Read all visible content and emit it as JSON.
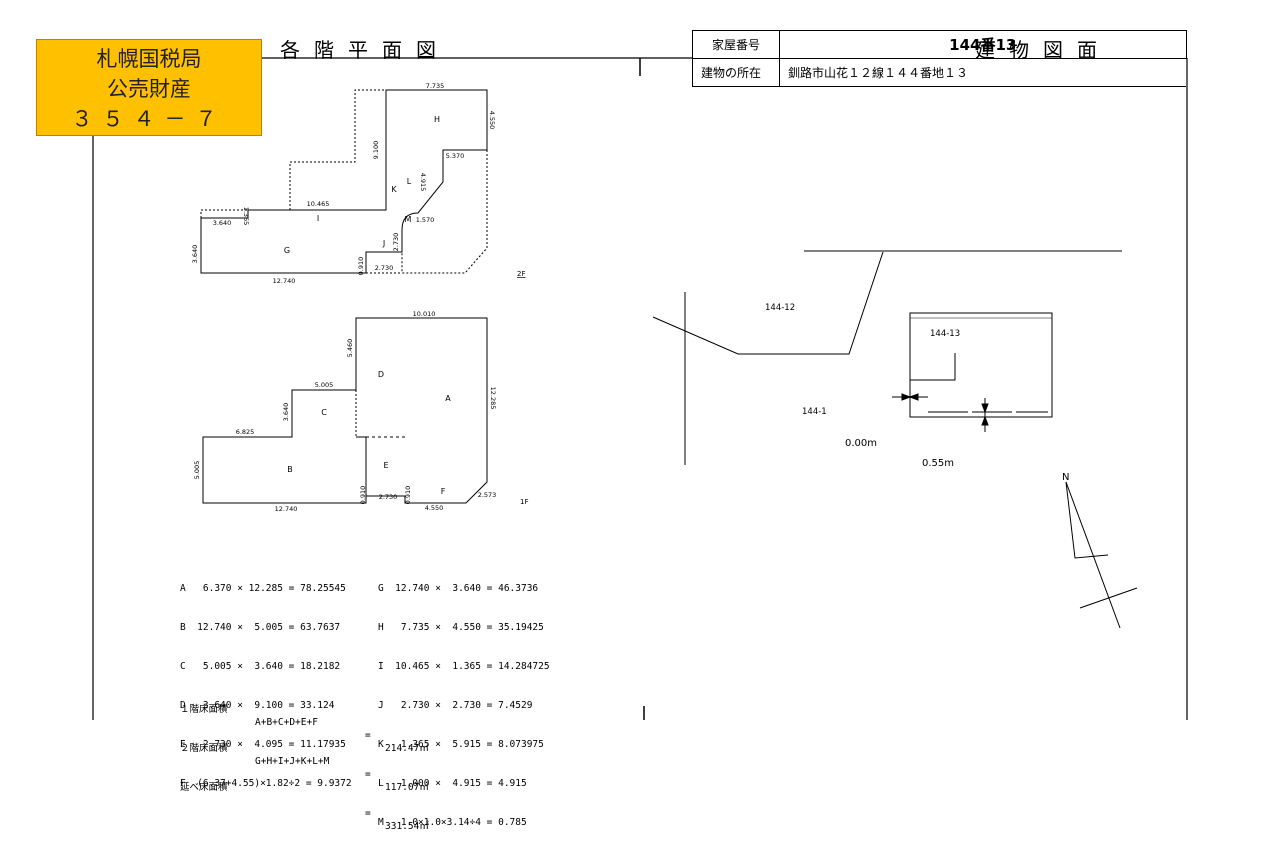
{
  "badge": {
    "line1": "札幌国税局",
    "line2": "公売財産",
    "line3": "３５４－７"
  },
  "header": {
    "left_title": "各階平面図",
    "right_title": "建物図面",
    "house_no_label": "家屋番号",
    "house_no": "144番13",
    "location_label": "建物の所在",
    "location": "釧路市山花１２線１４４番地１３"
  },
  "floor2": {
    "label": "2F",
    "dims": {
      "top": "7.735",
      "h_right": "4.550",
      "k_vert": "9.100",
      "l_horiz": "5.370",
      "l_vert": "4.915",
      "i_top": "10.465",
      "g_step": "1.365",
      "g_left_top": "3.640",
      "m_dim": "1.570",
      "j_vert": "2.730",
      "j_bottom": "2.730",
      "small": "0.910",
      "g_left": "3.640",
      "bottom": "12.740"
    },
    "rooms": [
      "H",
      "K",
      "L",
      "M",
      "I",
      "J",
      "G"
    ]
  },
  "floor1": {
    "label": "1F",
    "dims": {
      "top": "10.010",
      "d_vert": "5.460",
      "right": "12.285",
      "c_top": "5.005",
      "c_vert": "3.640",
      "b_top": "6.825",
      "b_left": "5.005",
      "small1": "0.910",
      "e_bottom": "2.730",
      "small2": "0.910",
      "f_bottom": "4.550",
      "diag": "2.573",
      "bottom": "12.740"
    },
    "rooms": [
      "D",
      "A",
      "C",
      "E",
      "B",
      "F"
    ]
  },
  "calcs_left": [
    "A   6.370 × 12.285 = 78.25545",
    "B  12.740 ×  5.005 = 63.7637",
    "C   5.005 ×  3.640 = 18.2182",
    "D   3.640 ×  9.100 = 33.124",
    "E   2.730 ×  4.095 = 11.17935",
    "F  (6.37+4.55)×1.82÷2 = 9.9372"
  ],
  "calcs_right": [
    "G  12.740 ×  3.640 = 46.3736",
    "H   7.735 ×  4.550 = 35.19425",
    "I  10.465 ×  1.365 = 14.284725",
    "J   2.730 ×  2.730 = 7.4529",
    "K   1.365 ×  5.915 = 8.073975",
    "L   1.000 ×  4.915 = 4.915",
    "M   1.0×1.0×3.14÷4 = 0.785"
  ],
  "totals": [
    {
      "label": "１階床面積",
      "formula": "A+B+C+D+E+F",
      "eq": "=",
      "value": "214.47㎡"
    },
    {
      "label": "２階床面積",
      "formula": "G+H+I+J+K+L+M",
      "eq": "=",
      "value": "117.07㎡"
    },
    {
      "label": "延べ床面積",
      "formula": "",
      "eq": "=",
      "value": "331.54㎡"
    }
  ],
  "site": {
    "lot_a": "144-12",
    "lot_b": "144-13",
    "lot_c": "144-1",
    "dist_a": "0.00m",
    "dist_b": "0.55m",
    "north": "N"
  }
}
